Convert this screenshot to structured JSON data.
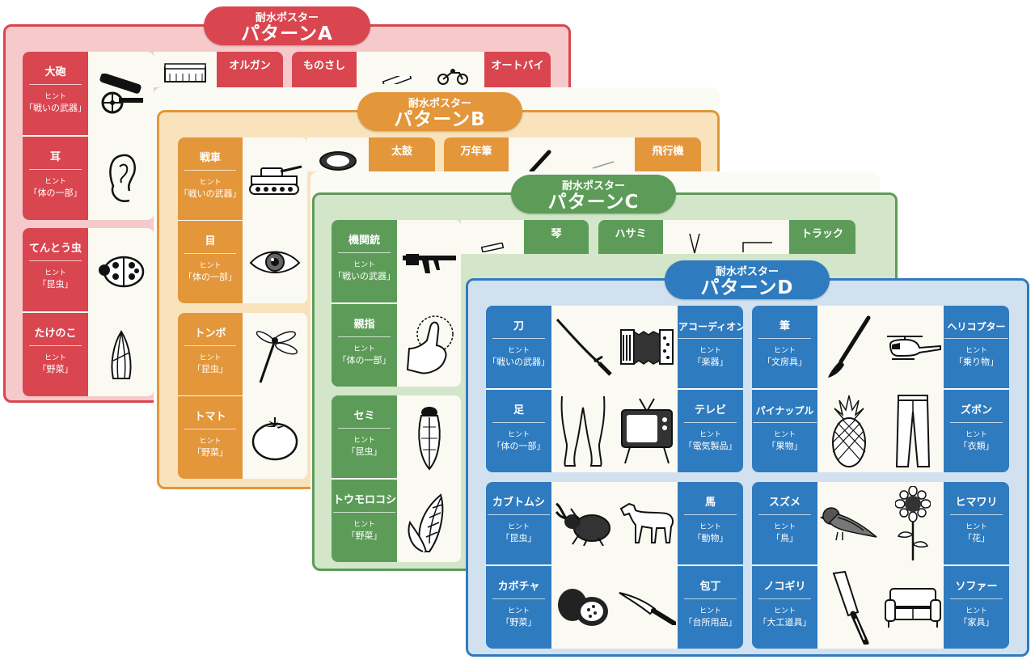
{
  "colors": {
    "a": "#d9464f",
    "a_bg": "#f6caca",
    "b": "#e3963a",
    "b_bg": "#f9e3bc",
    "c": "#5c9c58",
    "c_bg": "#d3e6c9",
    "d": "#2f7bbf",
    "d_bg": "#d2e1ef"
  },
  "posters": {
    "a": {
      "sub": "耐水ポスター",
      "title": "パターンA",
      "items": {
        "cannon": {
          "name": "大砲",
          "hint_label": "ヒント",
          "hint": "「戦いの武器」",
          "icon": "cannon-icon"
        },
        "organ": {
          "name": "オルガン",
          "icon": "organ-icon"
        },
        "ruler": {
          "name": "ものさし",
          "icon": "ruler-icon"
        },
        "bike": {
          "name": "オートバイ",
          "icon": "motorcycle-icon"
        },
        "ear": {
          "name": "耳",
          "hint_label": "ヒント",
          "hint": "「体の一部」",
          "icon": "ear-icon"
        },
        "ladybug": {
          "name": "てんとう虫",
          "hint_label": "ヒント",
          "hint": "「昆虫」",
          "icon": "ladybug-icon"
        },
        "bamboo": {
          "name": "たけのこ",
          "hint_label": "ヒント",
          "hint": "「野菜」",
          "icon": "bamboo-shoot-icon"
        }
      }
    },
    "b": {
      "sub": "耐水ポスター",
      "title": "パターンB",
      "items": {
        "tank": {
          "name": "戦車",
          "hint_label": "ヒント",
          "hint": "「戦いの武器」",
          "icon": "tank-icon"
        },
        "drum": {
          "name": "太鼓",
          "icon": "drum-icon"
        },
        "pen": {
          "name": "万年筆",
          "icon": "fountain-pen-icon"
        },
        "plane": {
          "name": "飛行機",
          "icon": "airplane-icon"
        },
        "eye": {
          "name": "目",
          "hint_label": "ヒント",
          "hint": "「体の一部」",
          "icon": "eye-icon"
        },
        "dragonfly": {
          "name": "トンボ",
          "hint_label": "ヒント",
          "hint": "「昆虫」",
          "icon": "dragonfly-icon"
        },
        "tomato": {
          "name": "トマト",
          "hint_label": "ヒント",
          "hint": "「野菜」",
          "icon": "tomato-icon"
        }
      }
    },
    "c": {
      "sub": "耐水ポスター",
      "title": "パターンC",
      "items": {
        "gun": {
          "name": "機関銃",
          "hint_label": "ヒント",
          "hint": "「戦いの武器」",
          "icon": "machine-gun-icon"
        },
        "koto": {
          "name": "琴",
          "icon": "koto-icon"
        },
        "scissors": {
          "name": "ハサミ",
          "icon": "scissors-icon"
        },
        "truck": {
          "name": "トラック",
          "icon": "truck-icon"
        },
        "thumb": {
          "name": "親指",
          "hint_label": "ヒント",
          "hint": "「体の一部」",
          "icon": "thumb-icon"
        },
        "cicada": {
          "name": "セミ",
          "hint_label": "ヒント",
          "hint": "「昆虫」",
          "icon": "cicada-icon"
        },
        "corn": {
          "name": "トウモロコシ",
          "hint_label": "ヒント",
          "hint": "「野菜」",
          "icon": "corn-icon"
        }
      }
    },
    "d": {
      "sub": "耐水ポスター",
      "title": "パターンD",
      "items": {
        "sword": {
          "name": "刀",
          "hint_label": "ヒント",
          "hint": "「戦いの武器」",
          "icon": "katana-icon"
        },
        "accordion": {
          "name": "アコーディオン",
          "hint_label": "ヒント",
          "hint": "「楽器」",
          "icon": "accordion-icon"
        },
        "brush": {
          "name": "筆",
          "hint_label": "ヒント",
          "hint": "「文房具」",
          "icon": "brush-icon"
        },
        "heli": {
          "name": "ヘリコプター",
          "hint_label": "ヒント",
          "hint": "「乗り物」",
          "icon": "helicopter-icon"
        },
        "leg": {
          "name": "足",
          "hint_label": "ヒント",
          "hint": "「体の一部」",
          "icon": "legs-icon"
        },
        "tv": {
          "name": "テレビ",
          "hint_label": "ヒント",
          "hint": "「電気製品」",
          "icon": "tv-icon"
        },
        "pineapple": {
          "name": "パイナップル",
          "hint_label": "ヒント",
          "hint": "「果物」",
          "icon": "pineapple-icon"
        },
        "pants": {
          "name": "ズボン",
          "hint_label": "ヒント",
          "hint": "「衣類」",
          "icon": "pants-icon"
        },
        "beetle": {
          "name": "カブトムシ",
          "hint_label": "ヒント",
          "hint": "「昆虫」",
          "icon": "beetle-icon"
        },
        "horse": {
          "name": "馬",
          "hint_label": "ヒント",
          "hint": "「動物」",
          "icon": "horse-icon"
        },
        "sparrow": {
          "name": "スズメ",
          "hint_label": "ヒント",
          "hint": "「鳥」",
          "icon": "sparrow-icon"
        },
        "sunflower": {
          "name": "ヒマワリ",
          "hint_label": "ヒント",
          "hint": "「花」",
          "icon": "sunflower-icon"
        },
        "pumpkin": {
          "name": "カボチャ",
          "hint_label": "ヒント",
          "hint": "「野菜」",
          "icon": "pumpkin-icon"
        },
        "knife": {
          "name": "包丁",
          "hint_label": "ヒント",
          "hint": "「台所用品」",
          "icon": "kitchen-knife-icon"
        },
        "saw": {
          "name": "ノコギリ",
          "hint_label": "ヒント",
          "hint": "「大工道具」",
          "icon": "saw-icon"
        },
        "sofa": {
          "name": "ソファー",
          "hint_label": "ヒント",
          "hint": "「家具」",
          "icon": "sofa-icon"
        }
      }
    }
  }
}
